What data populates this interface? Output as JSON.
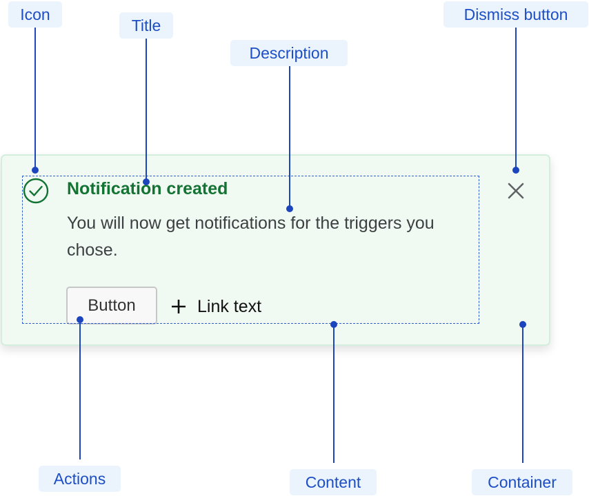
{
  "callouts": {
    "icon": "Icon",
    "title": "Title",
    "description": "Description",
    "dismiss_button": "Dismiss button",
    "actions": "Actions",
    "content": "Content",
    "container": "Container"
  },
  "notification": {
    "title": "Notification created",
    "description": "You will now get notifications for the triggers you chose.",
    "button_label": "Button",
    "link_label": "Link text",
    "icons": {
      "status": "check-circle-icon",
      "link": "plus-icon",
      "dismiss": "close-icon"
    }
  },
  "colors": {
    "callout_text": "#1d4ec4",
    "callout_bg": "#ebf3fd",
    "leader_line": "#1b44bd",
    "success_green": "#137333",
    "container_bg": "#f1f9f3",
    "container_border": "#d3eedc"
  }
}
